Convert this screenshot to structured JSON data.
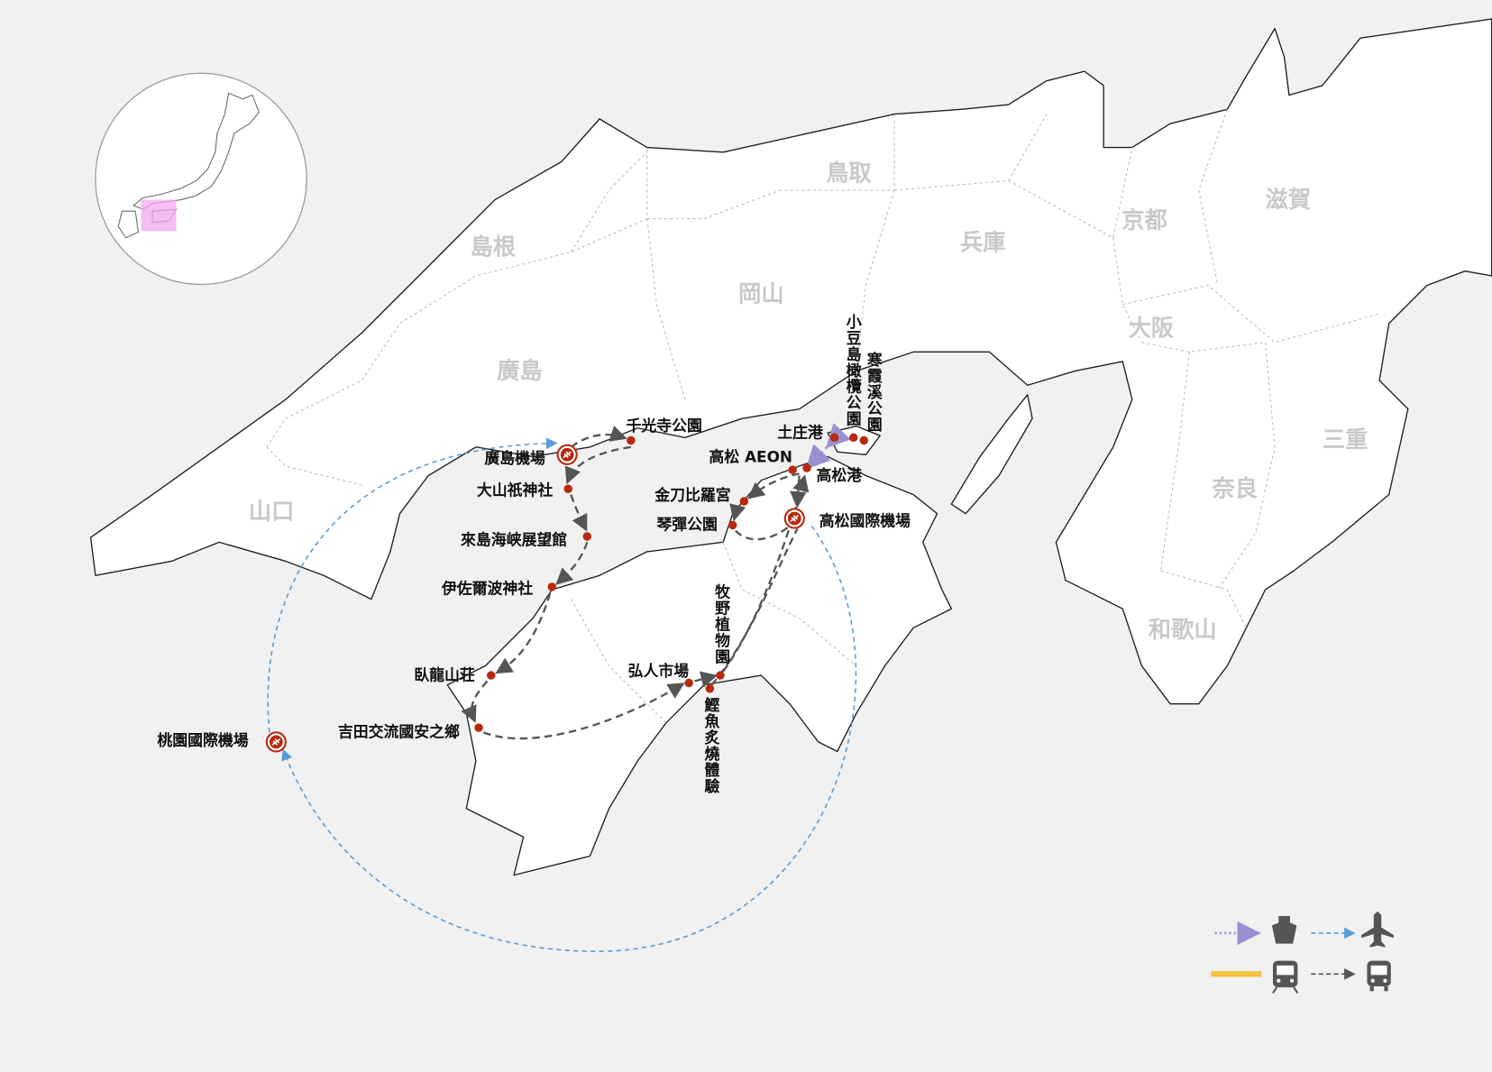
{
  "colors": {
    "background": "#f1f1f1",
    "land": "#ffffff",
    "poi": "#b8290e",
    "bus_route": "#555555",
    "flight_route": "#5b9bd5",
    "ferry_route": "#9a8fd0",
    "train_route": "#f5c242",
    "inset_highlight": "#f0a8f0"
  },
  "prefectures": {
    "yamaguchi": "山口",
    "shimane": "島根",
    "hiroshima": "廣島",
    "tottori": "鳥取",
    "okayama": "岡山",
    "hyogo": "兵庫",
    "kyoto": "京都",
    "shiga": "滋賀",
    "osaka": "大阪",
    "nara": "奈良",
    "mie": "三重",
    "wakayama": "和歌山"
  },
  "places": {
    "hiroshima_airport": "廣島機場",
    "senkoji": "千光寺公園",
    "oyamazumi": "大山祇神社",
    "kurushima": "來島海峡展望館",
    "isaniwa": "伊佐爾波神社",
    "garyu": "臥龍山荘",
    "yoshida": "吉田交流國安之鄉",
    "hirome": "弘人市場",
    "makino": "牧野植物園",
    "katsuo": "鰹魚炙燒體驗",
    "kotohira": "金刀比羅宮",
    "kotohiki": "琴彈公園",
    "aeon": "高松 AEON",
    "takamatsu_port": "高松港",
    "tonosho": "土庄港",
    "olive_park": "小豆島橄欖公園",
    "kankakei": "寒霞溪公園",
    "takamatsu_airport": "高松國際機場",
    "taoyuan_airport": "桃園國際機場"
  },
  "legend": [
    {
      "icon": "ship-icon",
      "line": "dotted-purple"
    },
    {
      "icon": "airplane-icon",
      "line": "dashed-blue"
    },
    {
      "icon": "train-icon",
      "line": "solid-yellow"
    },
    {
      "icon": "bus-icon",
      "line": "dashed-gray"
    }
  ]
}
